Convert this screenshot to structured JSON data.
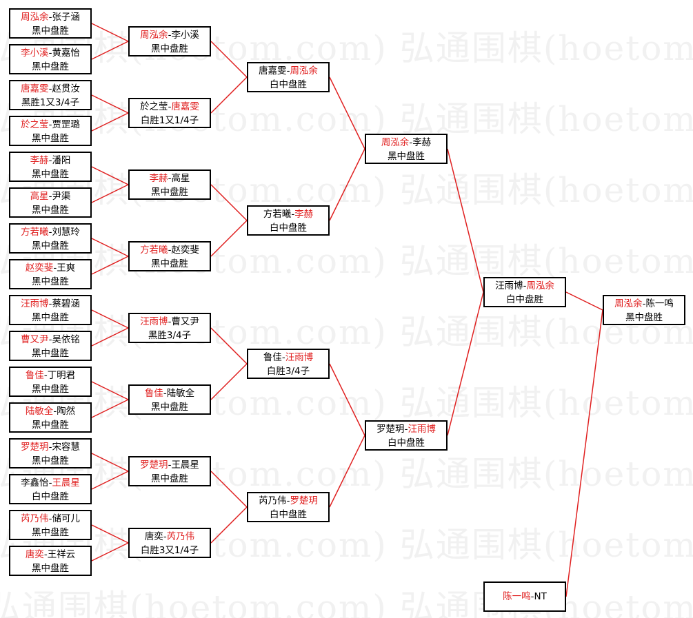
{
  "watermark": {
    "text": "弘通围棋(hoetom.com) 弘通围棋(hoetom.com) 弘通围棋(hoetom.com)"
  },
  "colors": {
    "winner": "#e02020",
    "text": "#000000",
    "line": "#e02020",
    "border": "#000000"
  },
  "bracket": {
    "r1": [
      {
        "p1": "周泓余",
        "p2": "张子涵",
        "winner": 1,
        "result": "黑中盘胜"
      },
      {
        "p1": "李小溪",
        "p2": "黄嘉怡",
        "winner": 1,
        "result": "黑中盘胜"
      },
      {
        "p1": "唐嘉雯",
        "p2": "赵贯汝",
        "winner": 1,
        "result": "黑胜1又3/4子"
      },
      {
        "p1": "於之莹",
        "p2": "贾罡璐",
        "winner": 1,
        "result": "黑中盘胜"
      },
      {
        "p1": "李赫",
        "p2": "潘阳",
        "winner": 1,
        "result": "黑中盘胜"
      },
      {
        "p1": "高星",
        "p2": "尹渠",
        "winner": 1,
        "result": "黑中盘胜"
      },
      {
        "p1": "方若曦",
        "p2": "刘慧玲",
        "winner": 1,
        "result": "黑中盘胜"
      },
      {
        "p1": "赵奕斐",
        "p2": "王爽",
        "winner": 1,
        "result": "黑中盘胜"
      },
      {
        "p1": "汪雨博",
        "p2": "蔡碧涵",
        "winner": 1,
        "result": "黑中盘胜"
      },
      {
        "p1": "曹又尹",
        "p2": "吴依铭",
        "winner": 1,
        "result": "黑中盘胜"
      },
      {
        "p1": "鲁佳",
        "p2": "丁明君",
        "winner": 1,
        "result": "黑中盘胜"
      },
      {
        "p1": "陆敏全",
        "p2": "陶然",
        "winner": 1,
        "result": "黑中盘胜"
      },
      {
        "p1": "罗楚玥",
        "p2": "宋容慧",
        "winner": 1,
        "result": "黑中盘胜"
      },
      {
        "p1": "李鑫怡",
        "p2": "王晨星",
        "winner": 2,
        "result": "白中盘胜"
      },
      {
        "p1": "芮乃伟",
        "p2": "储可儿",
        "winner": 1,
        "result": "黑中盘胜"
      },
      {
        "p1": "唐奕",
        "p2": "王祥云",
        "winner": 1,
        "result": "黑中盘胜"
      }
    ],
    "r2": [
      {
        "p1": "周泓余",
        "p2": "李小溪",
        "winner": 1,
        "result": "黑中盘胜"
      },
      {
        "p1": "於之莹",
        "p2": "唐嘉雯",
        "winner": 2,
        "result": "白胜1又1/4子"
      },
      {
        "p1": "李赫",
        "p2": "高星",
        "winner": 1,
        "result": "黑中盘胜"
      },
      {
        "p1": "方若曦",
        "p2": "赵奕斐",
        "winner": 1,
        "result": "黑中盘胜"
      },
      {
        "p1": "汪雨博",
        "p2": "曹又尹",
        "winner": 1,
        "result": "黑胜3/4子"
      },
      {
        "p1": "鲁佳",
        "p2": "陆敏全",
        "winner": 1,
        "result": "黑中盘胜"
      },
      {
        "p1": "罗楚玥",
        "p2": "王晨星",
        "winner": 1,
        "result": "黑中盘胜"
      },
      {
        "p1": "唐奕",
        "p2": "芮乃伟",
        "winner": 2,
        "result": "白胜3又1/4子"
      }
    ],
    "r3": [
      {
        "p1": "唐嘉雯",
        "p2": "周泓余",
        "winner": 2,
        "result": "白中盘胜"
      },
      {
        "p1": "方若曦",
        "p2": "李赫",
        "winner": 2,
        "result": "白中盘胜"
      },
      {
        "p1": "鲁佳",
        "p2": "汪雨博",
        "winner": 2,
        "result": "白胜3/4子"
      },
      {
        "p1": "芮乃伟",
        "p2": "罗楚玥",
        "winner": 2,
        "result": "白中盘胜"
      }
    ],
    "r4": [
      {
        "p1": "周泓余",
        "p2": "李赫",
        "winner": 1,
        "result": "黑中盘胜"
      },
      {
        "p1": "罗楚玥",
        "p2": "汪雨博",
        "winner": 2,
        "result": "白中盘胜"
      }
    ],
    "r5": [
      {
        "p1": "汪雨博",
        "p2": "周泓余",
        "winner": 2,
        "result": "白中盘胜"
      }
    ],
    "final": [
      {
        "p1": "周泓余",
        "p2": "陈一鸣",
        "winner": 1,
        "result": "黑中盘胜"
      }
    ],
    "bye": [
      {
        "p1": "陈一鸣",
        "p2": "NT",
        "winner": 1,
        "result": ""
      }
    ]
  }
}
